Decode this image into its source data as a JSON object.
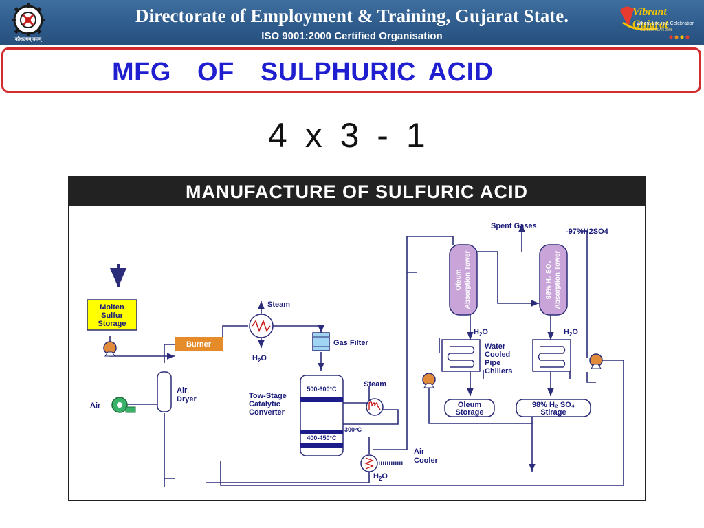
{
  "header": {
    "title": "Directorate of Employment & Training, Gujarat State.",
    "subtitle": "ISO 9001:2000 Certified Organisation",
    "left_logo": {
      "icon": "gear-emblem-logo",
      "caption": "कौशल्यम् बलम्"
    },
    "right_logo": {
      "name": "Vibrant Gujarat",
      "tagline": "Where Life is a Celebration",
      "year": "TOURISM YEAR 2006"
    }
  },
  "slide": {
    "title": "MFG  OF  SULPHURIC ACID",
    "formula": "4 x 3 - 1"
  },
  "diagram": {
    "heading": "MANUFACTURE OF SULFURIC ACID",
    "molten_sulfur": [
      "Molten",
      "Sulfur",
      "Storage"
    ],
    "burner": "Burner",
    "steam_top": "Steam",
    "h2o_boiler": "H",
    "h2o_sub": "2",
    "h2o_o": "O",
    "gas_filter": "Gas Filter",
    "air_dryer": [
      "Air",
      "Dryer"
    ],
    "air": "Air",
    "converter_label": [
      "Tow-Stage",
      "Catalytic",
      "Converter"
    ],
    "temp_upper": "500-600°C",
    "temp_lower": "400-450°C",
    "temp_mid": "300°C",
    "steam_converter": "Steam",
    "air_cooler": [
      "Air",
      "Cooler"
    ],
    "oleum_tower": [
      "Oleum",
      "Absorption Tower"
    ],
    "acid_tower": [
      "98% H₂ SO₄",
      "Absorption Tower"
    ],
    "water_cooled": [
      "Water",
      "Cooled",
      "Pipe",
      "Chillers"
    ],
    "spent_gases": "Spent Gases",
    "product_97": "-97%H2SO4",
    "oleum_storage": [
      "Oleum",
      "Storage"
    ],
    "acid_storage": [
      "98% H₂ SO₄",
      "Stirage"
    ]
  },
  "colors": {
    "header_bg": "#2d5a8a",
    "title_text": "#1f1fd0",
    "title_border": "#d12b2b",
    "sulfur_box": "#ffff00",
    "burner_box": "#e58b2a",
    "tower_fill": "#c9a4d8",
    "line": "#2b2d7a",
    "fan": "#3bb26a",
    "pump": "#e08a3a",
    "band": "#1b1b8a"
  }
}
